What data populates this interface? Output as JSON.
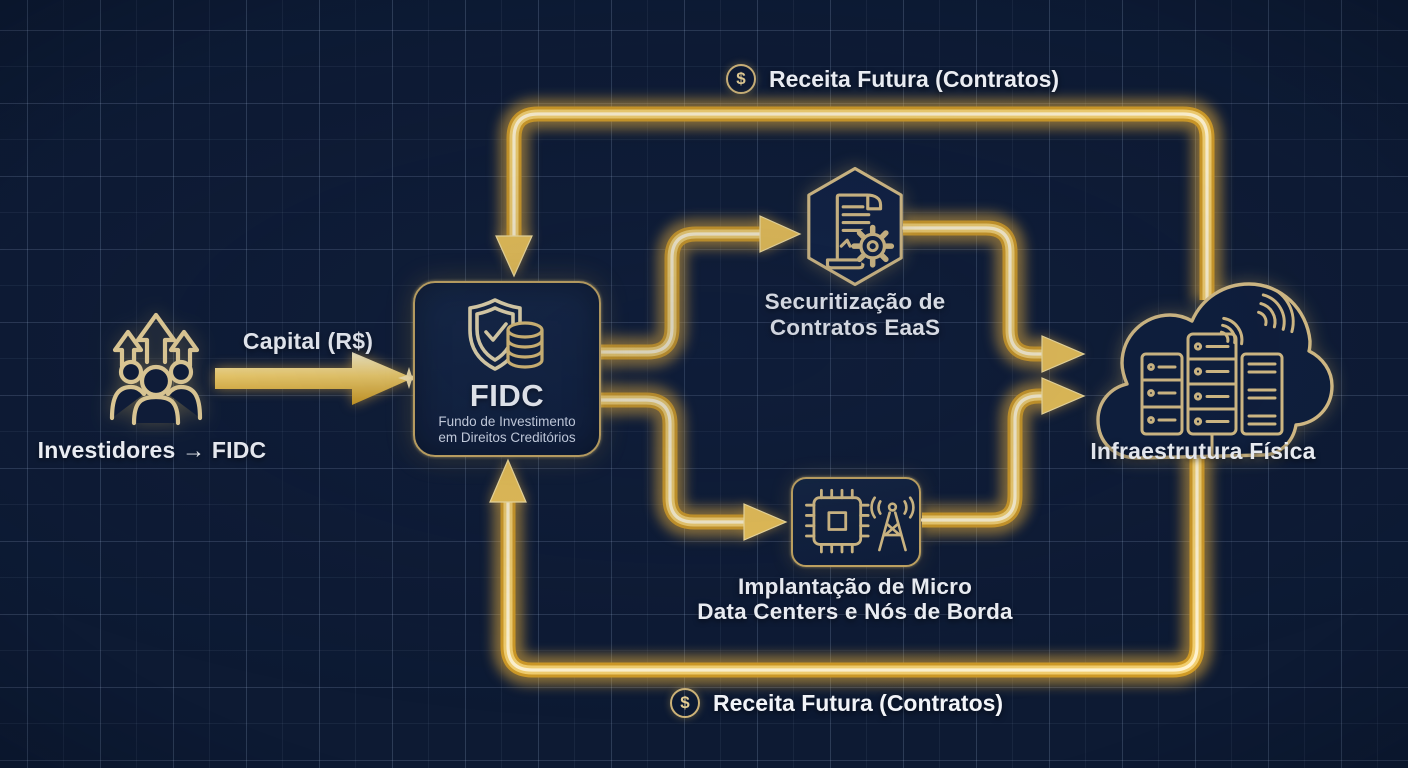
{
  "diagram": {
    "nodes": {
      "investors": {
        "label": "Investidores → FIDC",
        "icon": "investors-group-icon"
      },
      "fidc": {
        "title": "FIDC",
        "subtitle": [
          "Fundo de Investimento",
          "em Direitos Creditórios"
        ],
        "icon": "shield-check-coins-icon"
      },
      "securitization": {
        "label": [
          "Securitização de",
          "Contratos EaaS"
        ],
        "icon": "contract-gear-icon"
      },
      "edge_deployment": {
        "label": [
          "Implantação de Micro",
          "Data Centers e Nós de Borda"
        ],
        "icon": "chip-antenna-icon"
      },
      "infrastructure": {
        "label": "Infraestrutura Física",
        "icon": "cloud-servers-icon"
      }
    },
    "flows": {
      "capital": {
        "label": "Capital (R$)",
        "from": "investors",
        "to": "fidc"
      },
      "revenue_top": {
        "symbol": "$",
        "label": "Receita Futura (Contratos)",
        "icon": "dollar-circle-icon",
        "from": "infrastructure",
        "to": "fidc",
        "route": "top"
      },
      "revenue_bottom": {
        "symbol": "$",
        "label": "Receita Futura (Contratos)",
        "icon": "dollar-circle-icon",
        "from": "infrastructure",
        "to": "fidc",
        "route": "bottom"
      }
    },
    "connections": [
      {
        "from": "investors",
        "to": "fidc",
        "label": "Capital (R$)"
      },
      {
        "from": "fidc",
        "to": "securitization"
      },
      {
        "from": "fidc",
        "to": "edge_deployment"
      },
      {
        "from": "securitization",
        "to": "infrastructure"
      },
      {
        "from": "edge_deployment",
        "to": "infrastructure"
      },
      {
        "from": "infrastructure",
        "to": "fidc",
        "label": "Receita Futura (Contratos)",
        "route": "top"
      },
      {
        "from": "infrastructure",
        "to": "fidc",
        "label": "Receita Futura (Contratos)",
        "route": "bottom"
      }
    ],
    "colors": {
      "background": "#0d1a33",
      "gold_outline": "#d9bf85",
      "pipe_gold": "#e9b93c",
      "text": "#f4f6fa"
    }
  }
}
